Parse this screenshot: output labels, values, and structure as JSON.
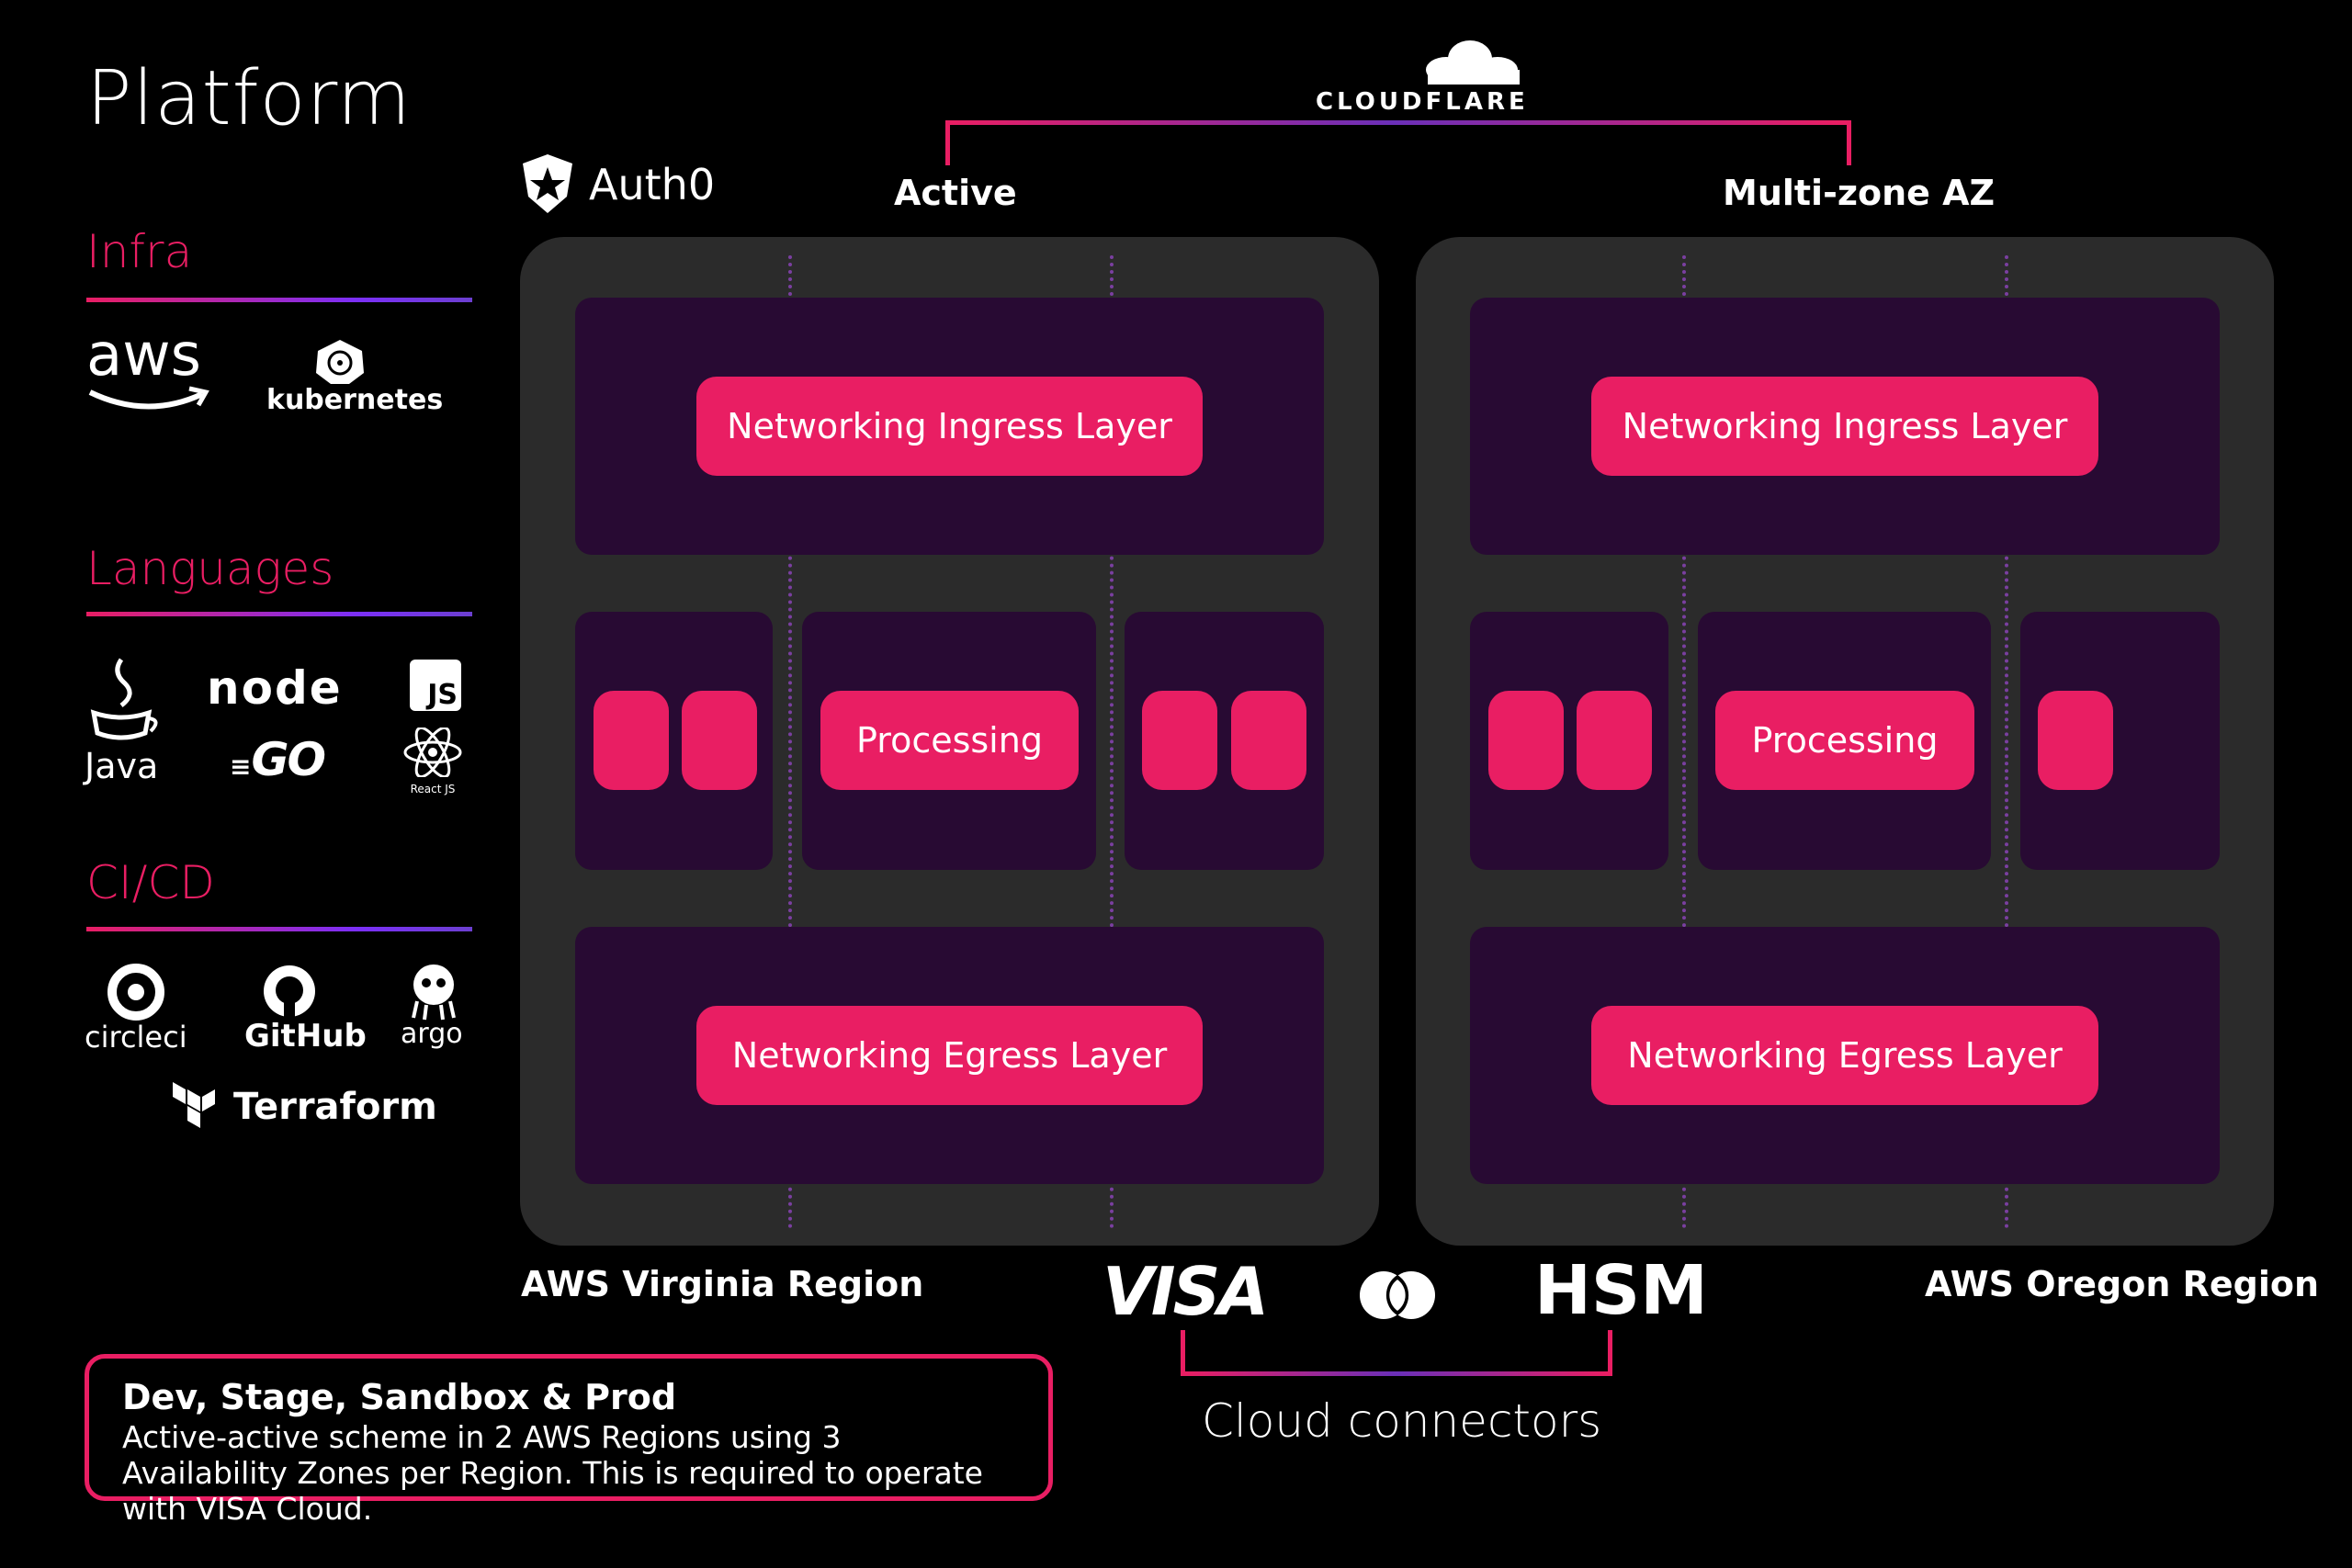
{
  "sidebar": {
    "title": "Platform",
    "sections": {
      "infra": {
        "label": "Infra",
        "logos": [
          "aws",
          "kubernetes"
        ]
      },
      "languages": {
        "label": "Languages",
        "logos": [
          "Java",
          "node",
          "JS",
          "GO",
          "React JS"
        ]
      },
      "cicd": {
        "label": "CI/CD",
        "logos": [
          "circleci",
          "GitHub",
          "argo",
          "Terraform"
        ]
      }
    }
  },
  "top": {
    "auth_logo": "Auth0",
    "cloudflare": "CLOUDFLARE",
    "active_label": "Active",
    "multizone_label": "Multi-zone AZ"
  },
  "regions": {
    "virginia": {
      "label": "AWS Virginia Region",
      "ingress": "Networking Ingress Layer",
      "processing": "Processing",
      "egress": "Networking Egress Layer"
    },
    "oregon": {
      "label": "AWS Oregon Region",
      "ingress": "Networking Ingress Layer",
      "processing": "Processing",
      "egress": "Networking Egress Layer"
    }
  },
  "connectors": {
    "visa": "VISA",
    "hsm": "HSM",
    "label": "Cloud connectors"
  },
  "info": {
    "heading": "Dev, Stage, Sandbox & Prod",
    "body": "Active-active scheme in 2 AWS Regions using 3 Availability Zones per Region. This is required to operate with VISA Cloud."
  },
  "colors": {
    "accent": "#e91e63",
    "panel": "#280a33",
    "region": "#2b2b2b",
    "dotted": "#7a3fa0"
  }
}
